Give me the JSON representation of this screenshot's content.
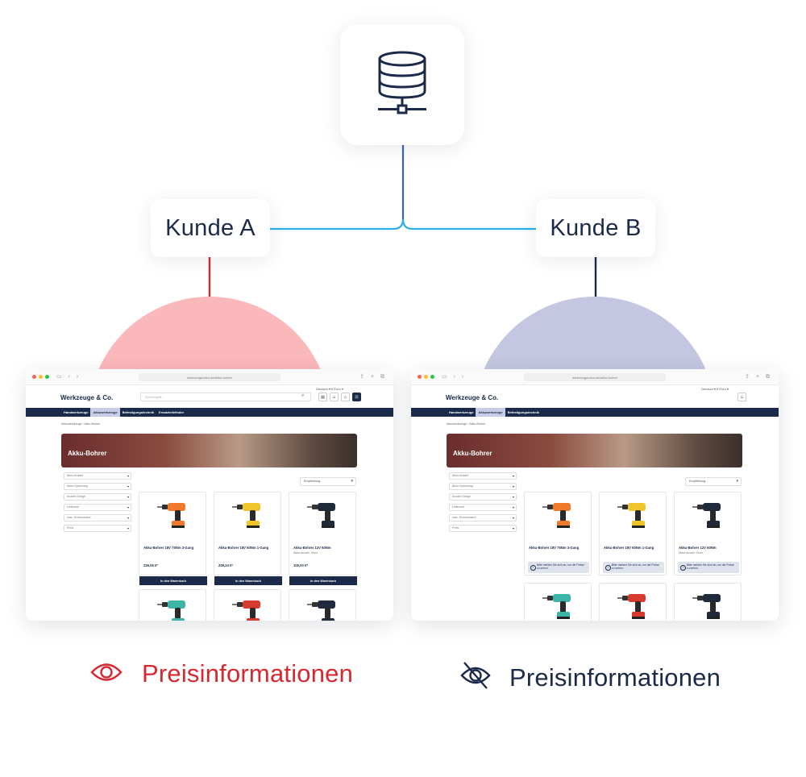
{
  "nodes": {
    "server_icon": "database-server-icon",
    "customer_a": "Kunde A",
    "customer_b": "Kunde B"
  },
  "colors": {
    "connector_top": "#3566b8",
    "connector_horizontal": "#2ab0e8",
    "customer_a_accent": "#d7282f",
    "customer_a_bg": "#fbb8bb",
    "customer_b_accent": "#1b2a4a",
    "customer_b_bg": "#c5c7e2",
    "shop_nav": "#1b2a4a"
  },
  "shop": {
    "brand": "Werkzeuge & Co.",
    "search_placeholder": "Suchbegriff...",
    "language": "Deutsch ▾   € Euro ▾",
    "url": "werkzeugundco.de/akku-bohrer",
    "breadcrumb": "Akkuwerkzeuge   ›   Akku-Bohrer",
    "hero_title": "Akku-Bohrer",
    "sort_label": "Empfehlung",
    "filters": [
      "Akku-Anzahl",
      "Akku-Spannung",
      "Anzahl Gänge",
      "Lieferzeit",
      "max. Drehmoment",
      "Preis"
    ],
    "add_to_cart": "In den Warenkorb",
    "login_hint": "Bitte melden Sie sich an, um die Preise zu sehen.",
    "availability_label": "Akku-Anzahl: Ohne",
    "nav_a": [
      "Handwerkzeuge",
      "Akkuwerkzeuge",
      "Befestigungstechnik",
      "Ersatzteilefinder"
    ],
    "nav_b": [
      "Handwerkzeuge",
      "Akkuwerkzeuge",
      "Befestigungstechnik"
    ],
    "products": [
      {
        "name": "Akku-Bohrer 18V 75Nm 3-Gang",
        "price": "226,05 €*",
        "color": "#f07a2a",
        "available": ""
      },
      {
        "name": "Akku-Bohrer 18V 60Nm 1-Gang",
        "price": "209,24 €*",
        "color": "#f0c52a",
        "available": ""
      },
      {
        "name": "Akku-Bohrer 12V 60Nm",
        "price": "100,00 €*",
        "color": "#1f2a3a",
        "available": "Akku-Anzahl: Ohne"
      }
    ],
    "products_row2_colors": [
      "#3cb5a8",
      "#d83a2e",
      "#1f2a3a"
    ]
  },
  "legend": {
    "visible_icon": "eye-icon",
    "hidden_icon": "eye-off-icon",
    "visible_label": "Preisinformationen",
    "hidden_label": "Preisinformationen"
  }
}
